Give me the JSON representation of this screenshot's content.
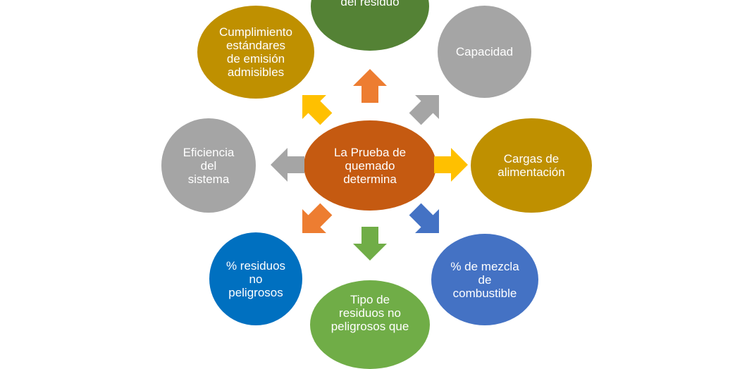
{
  "center": {
    "label": "La Prueba de\nquemado\ndetermina",
    "color": "#c55a11"
  },
  "nodes": [
    {
      "id": "top",
      "label": "destrucción\ndel residuo",
      "color": "#548235"
    },
    {
      "id": "capacidad",
      "label": "Capacidad",
      "color": "#a5a5a5"
    },
    {
      "id": "cargas",
      "label": "Cargas de\nalimentación",
      "color": "#bf9000"
    },
    {
      "id": "mezcla",
      "label": "% de mezcla\nde\ncombustible",
      "color": "#4472c4"
    },
    {
      "id": "tipo",
      "label": "Tipo de\nresiduos no\npeligrosos que",
      "color": "#70ad47"
    },
    {
      "id": "residuos",
      "label": "% residuos\nno\npeligrosos",
      "color": "#0070c0"
    },
    {
      "id": "eficiencia",
      "label": "Eficiencia\ndel\nsistema",
      "color": "#a5a5a5"
    },
    {
      "id": "cumplimiento",
      "label": "Cumplimiento\nestándares\nde emisión\nadmisibles",
      "color": "#bf9000"
    }
  ],
  "arrows": [
    {
      "id": "up",
      "color": "#ed7d31"
    },
    {
      "id": "up-right",
      "color": "#a5a5a5"
    },
    {
      "id": "right",
      "color": "#ffc000"
    },
    {
      "id": "down-right",
      "color": "#4472c4"
    },
    {
      "id": "down",
      "color": "#70ad47"
    },
    {
      "id": "down-left",
      "color": "#ed7d31"
    },
    {
      "id": "left",
      "color": "#a5a5a5"
    },
    {
      "id": "up-left",
      "color": "#ffc000"
    }
  ]
}
